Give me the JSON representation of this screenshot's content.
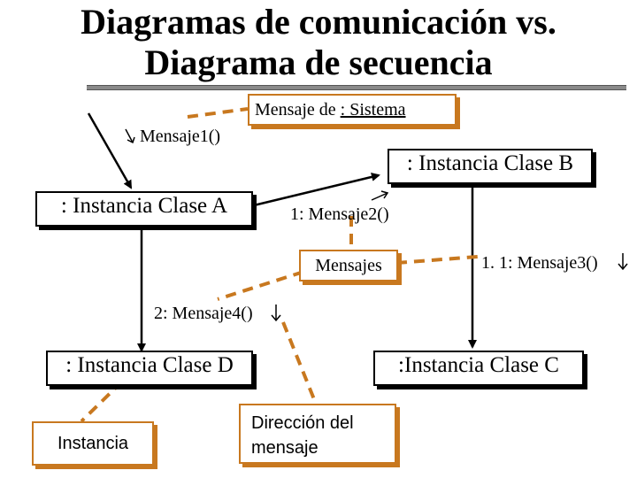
{
  "title": {
    "line1": "Diagramas de comunicación vs.",
    "line2": "Diagrama de secuencia"
  },
  "objects": {
    "a": ": Instancia Clase A",
    "b": ": Instancia Clase B",
    "c": ":Instancia Clase C",
    "d": ": Instancia Clase D"
  },
  "messages": {
    "m1": "Mensaje1()",
    "m2": "1: Mensaje2()",
    "m3": "1. 1: Mensaje3()",
    "m4": "2: Mensaje4()"
  },
  "notes": {
    "sistema_prefix": "Mensaje de ",
    "sistema_link": ": Sistema",
    "mensajes": "Mensajes",
    "instancia": "Instancia",
    "direccion_line1": "Dirección del",
    "direccion_line2": "mensaje"
  },
  "colors": {
    "line": "#000000",
    "note_border": "#c8781f",
    "note_connector": "#c8781f",
    "title_rule": "#8a8a8a"
  }
}
